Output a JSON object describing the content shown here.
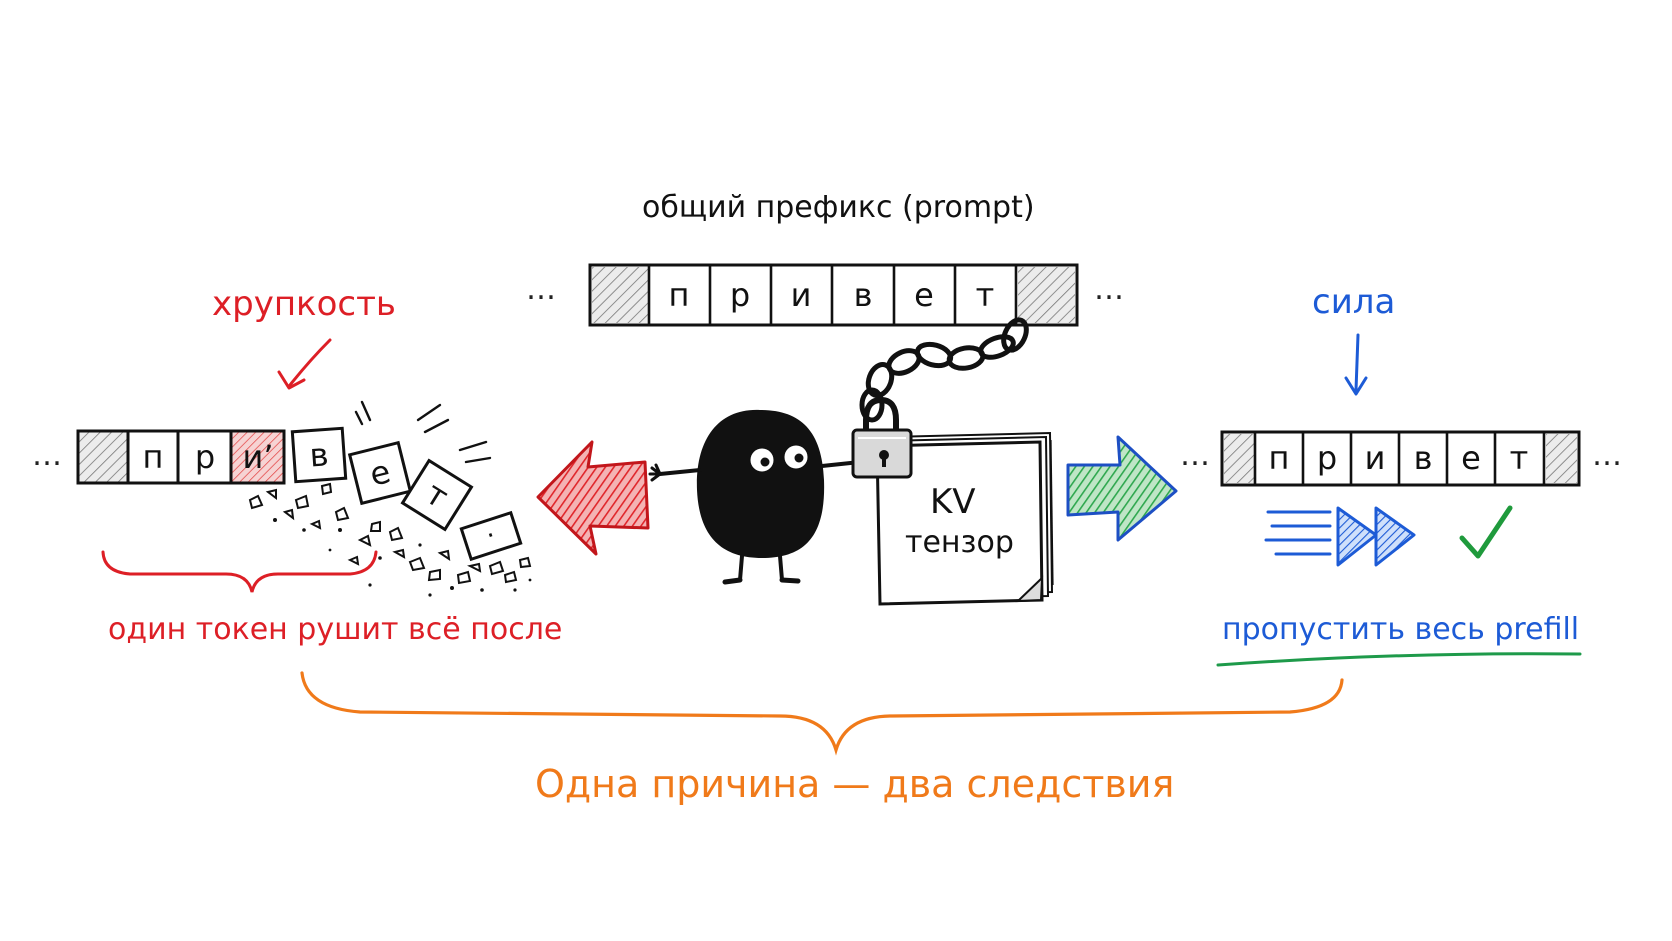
{
  "colors": {
    "ink": "#111111",
    "fragility": "#dd1f26",
    "strength": "#1d5bd6",
    "cause": "#f07a1a",
    "green_arrow": "#2fa84f",
    "red_arrow": "#e42b30",
    "check": "#1f9a3c",
    "underline": "#1e9a4a"
  },
  "prefix": {
    "label": "общий префикс (prompt)",
    "tokens": [
      "п",
      "р",
      "и",
      "в",
      "е",
      "т"
    ],
    "ellipsis_left": "…",
    "ellipsis_right": "…"
  },
  "left": {
    "title": "хрупкость",
    "intact_tokens": [
      "п",
      "р",
      "и’"
    ],
    "falling_tokens": [
      "в",
      "е",
      "т",
      "·"
    ],
    "caption": "один токен рушит всё после",
    "ellipsis": "…"
  },
  "center": {
    "tensor_label_line1": "KV",
    "tensor_label_line2": "тензор",
    "character_icon": "blob-character-icon",
    "lock_icon": "padlock-icon"
  },
  "right": {
    "title": "сила",
    "tokens": [
      "п",
      "р",
      "и",
      "в",
      "е",
      "т"
    ],
    "caption": "пропустить весь prefill",
    "ellipsis_left": "…",
    "ellipsis_right": "…",
    "icons": [
      "fast-forward-icon",
      "checkmark-icon"
    ]
  },
  "bottom": {
    "caption": "Одна причина — два следствия"
  }
}
